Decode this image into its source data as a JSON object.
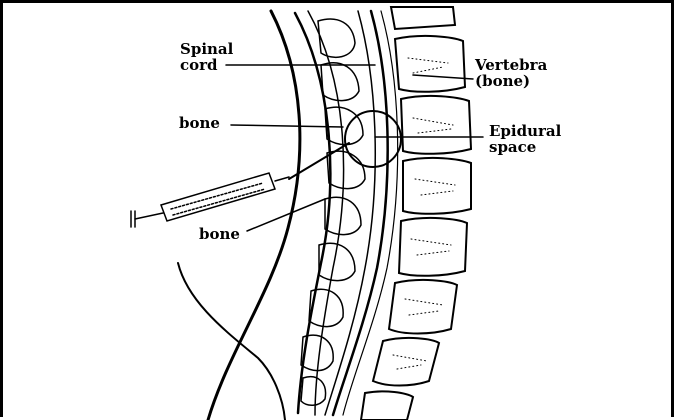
{
  "labels": {
    "spinal_cord": [
      "Spinal",
      "cord"
    ],
    "bone_upper": "bone",
    "bone_lower": "bone",
    "vertebra": [
      "Vertebra",
      "(bone)"
    ],
    "epidural": [
      "Epidural",
      "space"
    ]
  },
  "colors": {
    "ink": "#000000",
    "paper": "#ffffff"
  }
}
